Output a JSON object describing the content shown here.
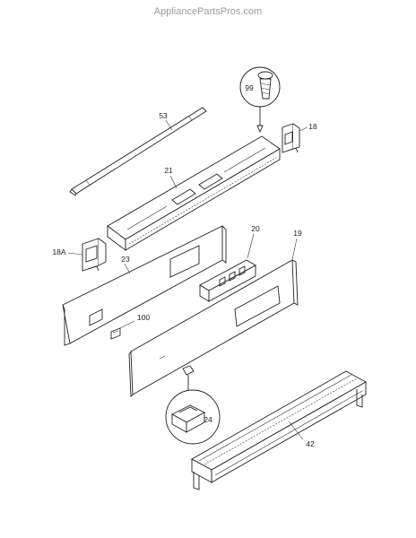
{
  "watermark": "AppliancePartsPros.com",
  "parts": {
    "p53": "53",
    "p99": "99",
    "p18": "18",
    "p21": "21",
    "p20": "20",
    "p19": "19",
    "p18a": "18A",
    "p23": "23",
    "p100": "100",
    "p24": "24",
    "p42": "42"
  }
}
